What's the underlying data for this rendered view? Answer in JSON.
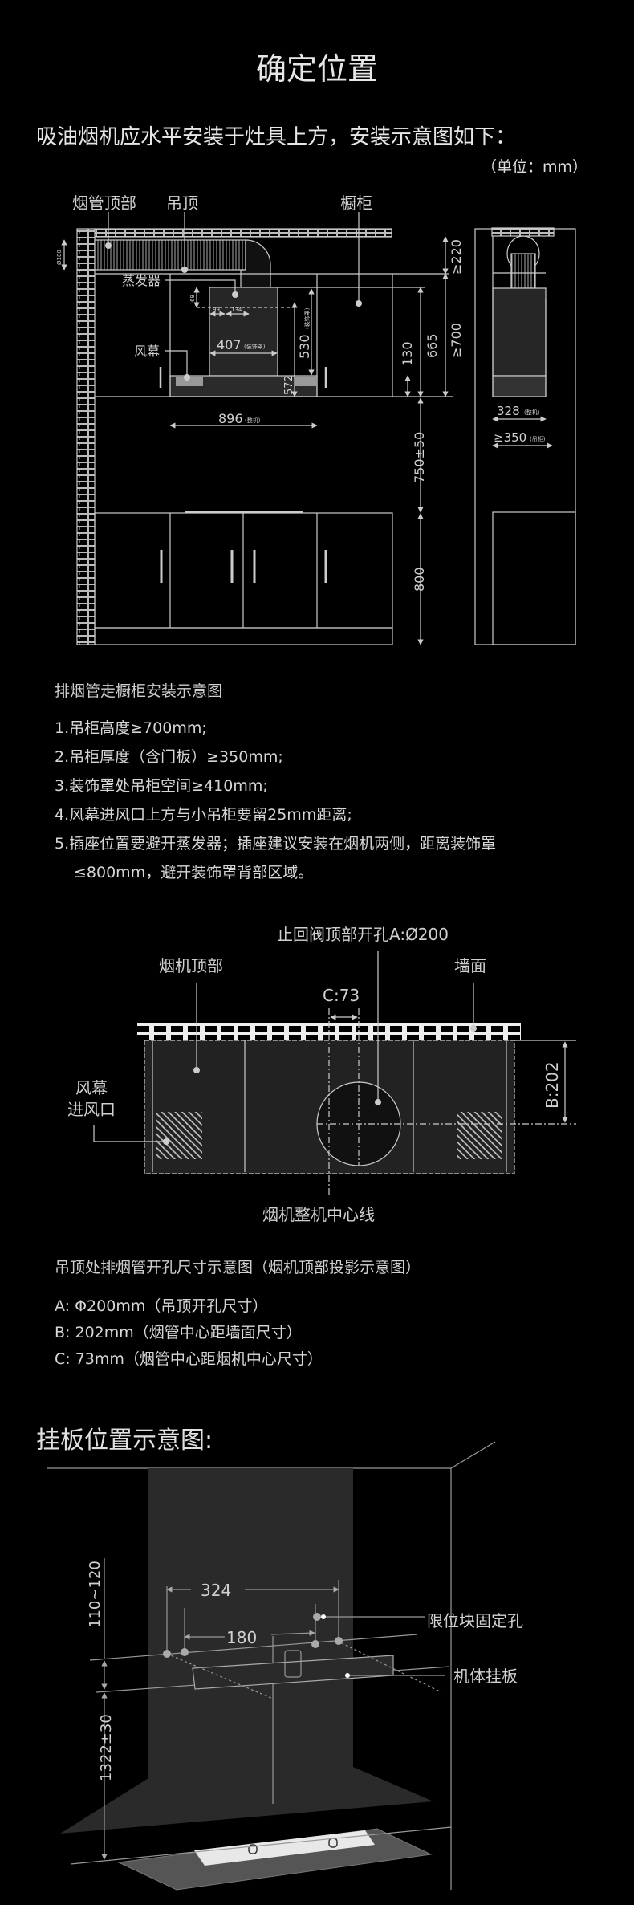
{
  "header": {
    "title": "确定位置",
    "intro": "吸油烟机应水平安装于灶具上方，安装示意图如下：",
    "unit": "（单位：mm）"
  },
  "diagram1": {
    "labels": {
      "duct_top": "烟管顶部",
      "ceiling": "吊顶",
      "cabinet": "橱柜",
      "evaporator": "蒸发器",
      "air_curtain": "风幕"
    },
    "dims": {
      "d180": "Ø180",
      "d69": "69",
      "d99": "99",
      "d134": "134",
      "d407": "407",
      "d407_note": "(装饰罩)",
      "d530": "530",
      "d530_note": "(装饰罩)",
      "d572": "572",
      "d130": "130",
      "d665": "665",
      "d700": "≥700",
      "d220": "≥220",
      "d896": "896",
      "d896_note": "(整机)",
      "d750": "750±50",
      "d800": "800",
      "d328": "328",
      "d328_note": "(整机)",
      "d350": "≥350",
      "d350_note": "(吊柜)"
    },
    "caption": "排烟管走橱柜安装示意图",
    "notes": [
      "1.吊柜高度≥700mm;",
      "2.吊柜厚度（含门板）≥350mm;",
      "3.装饰罩处吊柜空间≥410mm;",
      "4.风幕进风口上方与小吊柜要留25mm距离;",
      "5.插座位置要避开蒸发器；插座建议安装在烟机两侧，距离装饰罩",
      "≤800mm，避开装饰罩背部区域。"
    ]
  },
  "diagram2": {
    "labels": {
      "valve_hole": "止回阀顶部开孔A:Ø200",
      "hood_top": "烟机顶部",
      "wall": "墙面",
      "c": "C:73",
      "b": "B:202",
      "inlet_1": "风幕",
      "inlet_2": "进风口",
      "centerline": "烟机整机中心线"
    },
    "caption": "吊顶处排烟管开孔尺寸示意图（烟机顶部投影示意图）",
    "notes": [
      "A:  Φ200mm（吊顶开孔尺寸）",
      "B:  202mm（烟管中心距墙面尺寸）",
      "C:  73mm（烟管中心距烟机中心尺寸）"
    ]
  },
  "diagram3": {
    "title": "挂板位置示意图:",
    "labels": {
      "d324": "324",
      "d180": "180",
      "d110": "110~120",
      "d1322": "1322±30",
      "limit_hole": "限位块固定孔",
      "plate": "机体挂板"
    }
  },
  "colors": {
    "background": "#000000",
    "line": "#cccccc",
    "panel": "#2a2a2a"
  }
}
